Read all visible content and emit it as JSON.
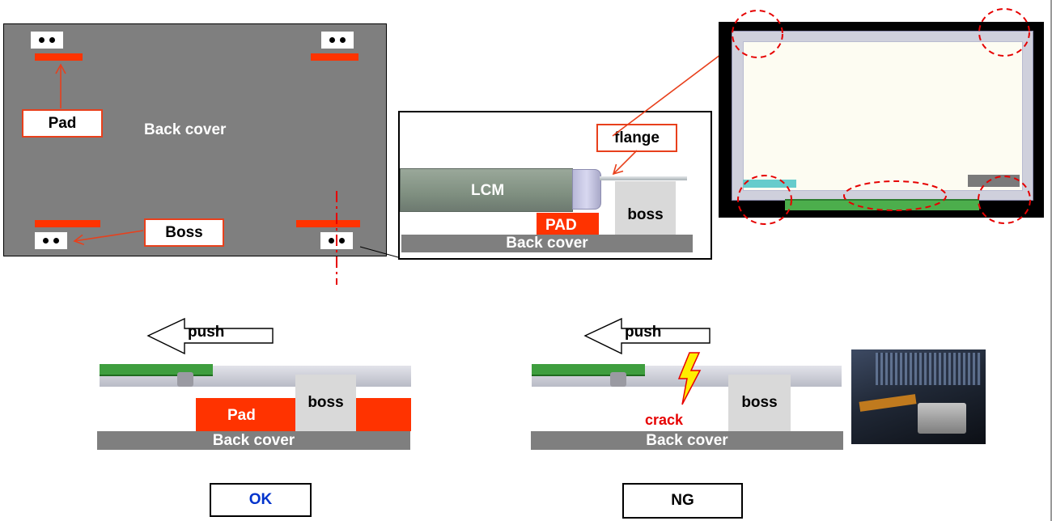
{
  "top_view": {
    "back_cover_label": "Back cover",
    "pad_callout": "Pad",
    "boss_callout": "Boss"
  },
  "section_view": {
    "flange_callout": "flange",
    "lcm_label": "LCM",
    "pad_label": "PAD",
    "boss_label": "boss",
    "back_cover_label": "Back cover"
  },
  "ok_case": {
    "push_label": "push",
    "pad_label": "Pad",
    "boss_label": "boss",
    "back_cover_label": "Back cover",
    "result": "OK"
  },
  "ng_case": {
    "push_label": "push",
    "crack_label": "crack",
    "boss_label": "boss",
    "back_cover_label": "Back cover",
    "result": "NG"
  },
  "colors": {
    "pad_red": "#ff3300",
    "callout_border": "#e8401c",
    "back_cover_gray": "#7f7f7f",
    "boss_gray": "#d9d9d9",
    "ok_blue": "#0033cc",
    "crack_red": "#e60000",
    "dashed_circle_red": "#e60000"
  }
}
